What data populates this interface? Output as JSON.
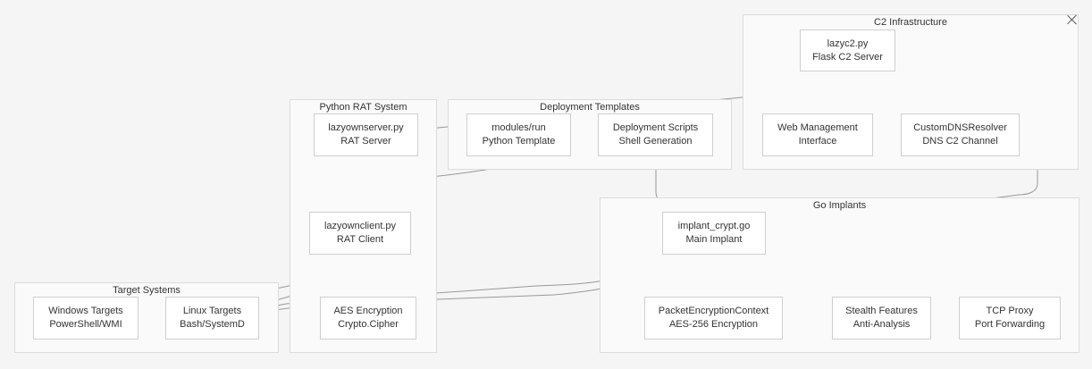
{
  "clusters": {
    "c2": {
      "label": "C2 Infrastructure"
    },
    "rat": {
      "label": "Python RAT System"
    },
    "deploy": {
      "label": "Deployment Templates"
    },
    "go": {
      "label": "Go Implants"
    },
    "targets": {
      "label": "Target Systems"
    }
  },
  "nodes": {
    "lazyc2": {
      "line1": "lazyc2.py",
      "line2": "Flask C2 Server"
    },
    "webmgmt": {
      "line1": "Web Management",
      "line2": "Interface"
    },
    "dnsresolver": {
      "line1": "CustomDNSResolver",
      "line2": "DNS C2 Channel"
    },
    "ratserver": {
      "line1": "lazyownserver.py",
      "line2": "RAT Server"
    },
    "pytemplate": {
      "line1": "modules/run",
      "line2": "Python Template"
    },
    "deployscripts": {
      "line1": "Deployment Scripts",
      "line2": "Shell Generation"
    },
    "ratclient": {
      "line1": "lazyownclient.py",
      "line2": "RAT Client"
    },
    "implant": {
      "line1": "implant_crypt.go",
      "line2": "Main Implant"
    },
    "windows": {
      "line1": "Windows Targets",
      "line2": "PowerShell/WMI"
    },
    "linux": {
      "line1": "Linux Targets",
      "line2": "Bash/SystemD"
    },
    "aes": {
      "line1": "AES Encryption",
      "line2": "Crypto.Cipher"
    },
    "packetenc": {
      "line1": "PacketEncryptionContext",
      "line2": "AES-256 Encryption"
    },
    "stealth": {
      "line1": "Stealth Features",
      "line2": "Anti-Analysis"
    },
    "tcpproxy": {
      "line1": "TCP Proxy",
      "line2": "Port Forwarding"
    }
  },
  "edges": [
    {
      "from": "lazyc2",
      "to": "ratserver"
    },
    {
      "from": "lazyc2",
      "to": "webmgmt"
    },
    {
      "from": "lazyc2",
      "to": "dnsresolver"
    },
    {
      "from": "lazyc2",
      "to": "implant"
    },
    {
      "from": "ratserver",
      "to": "ratclient"
    },
    {
      "from": "pytemplate",
      "to": "ratclient"
    },
    {
      "from": "deployscripts",
      "to": "implant"
    },
    {
      "from": "ratclient",
      "to": "windows"
    },
    {
      "from": "ratclient",
      "to": "linux"
    },
    {
      "from": "ratclient",
      "to": "aes"
    },
    {
      "from": "implant",
      "to": "windows"
    },
    {
      "from": "implant",
      "to": "linux"
    },
    {
      "from": "implant",
      "to": "packetenc"
    },
    {
      "from": "implant",
      "to": "stealth"
    },
    {
      "from": "implant",
      "to": "tcpproxy"
    }
  ],
  "icons": {
    "close": "close-icon"
  },
  "colors": {
    "edge": "#999999",
    "node_border": "#cfcfcf",
    "cluster_border": "#dcdcdc"
  }
}
